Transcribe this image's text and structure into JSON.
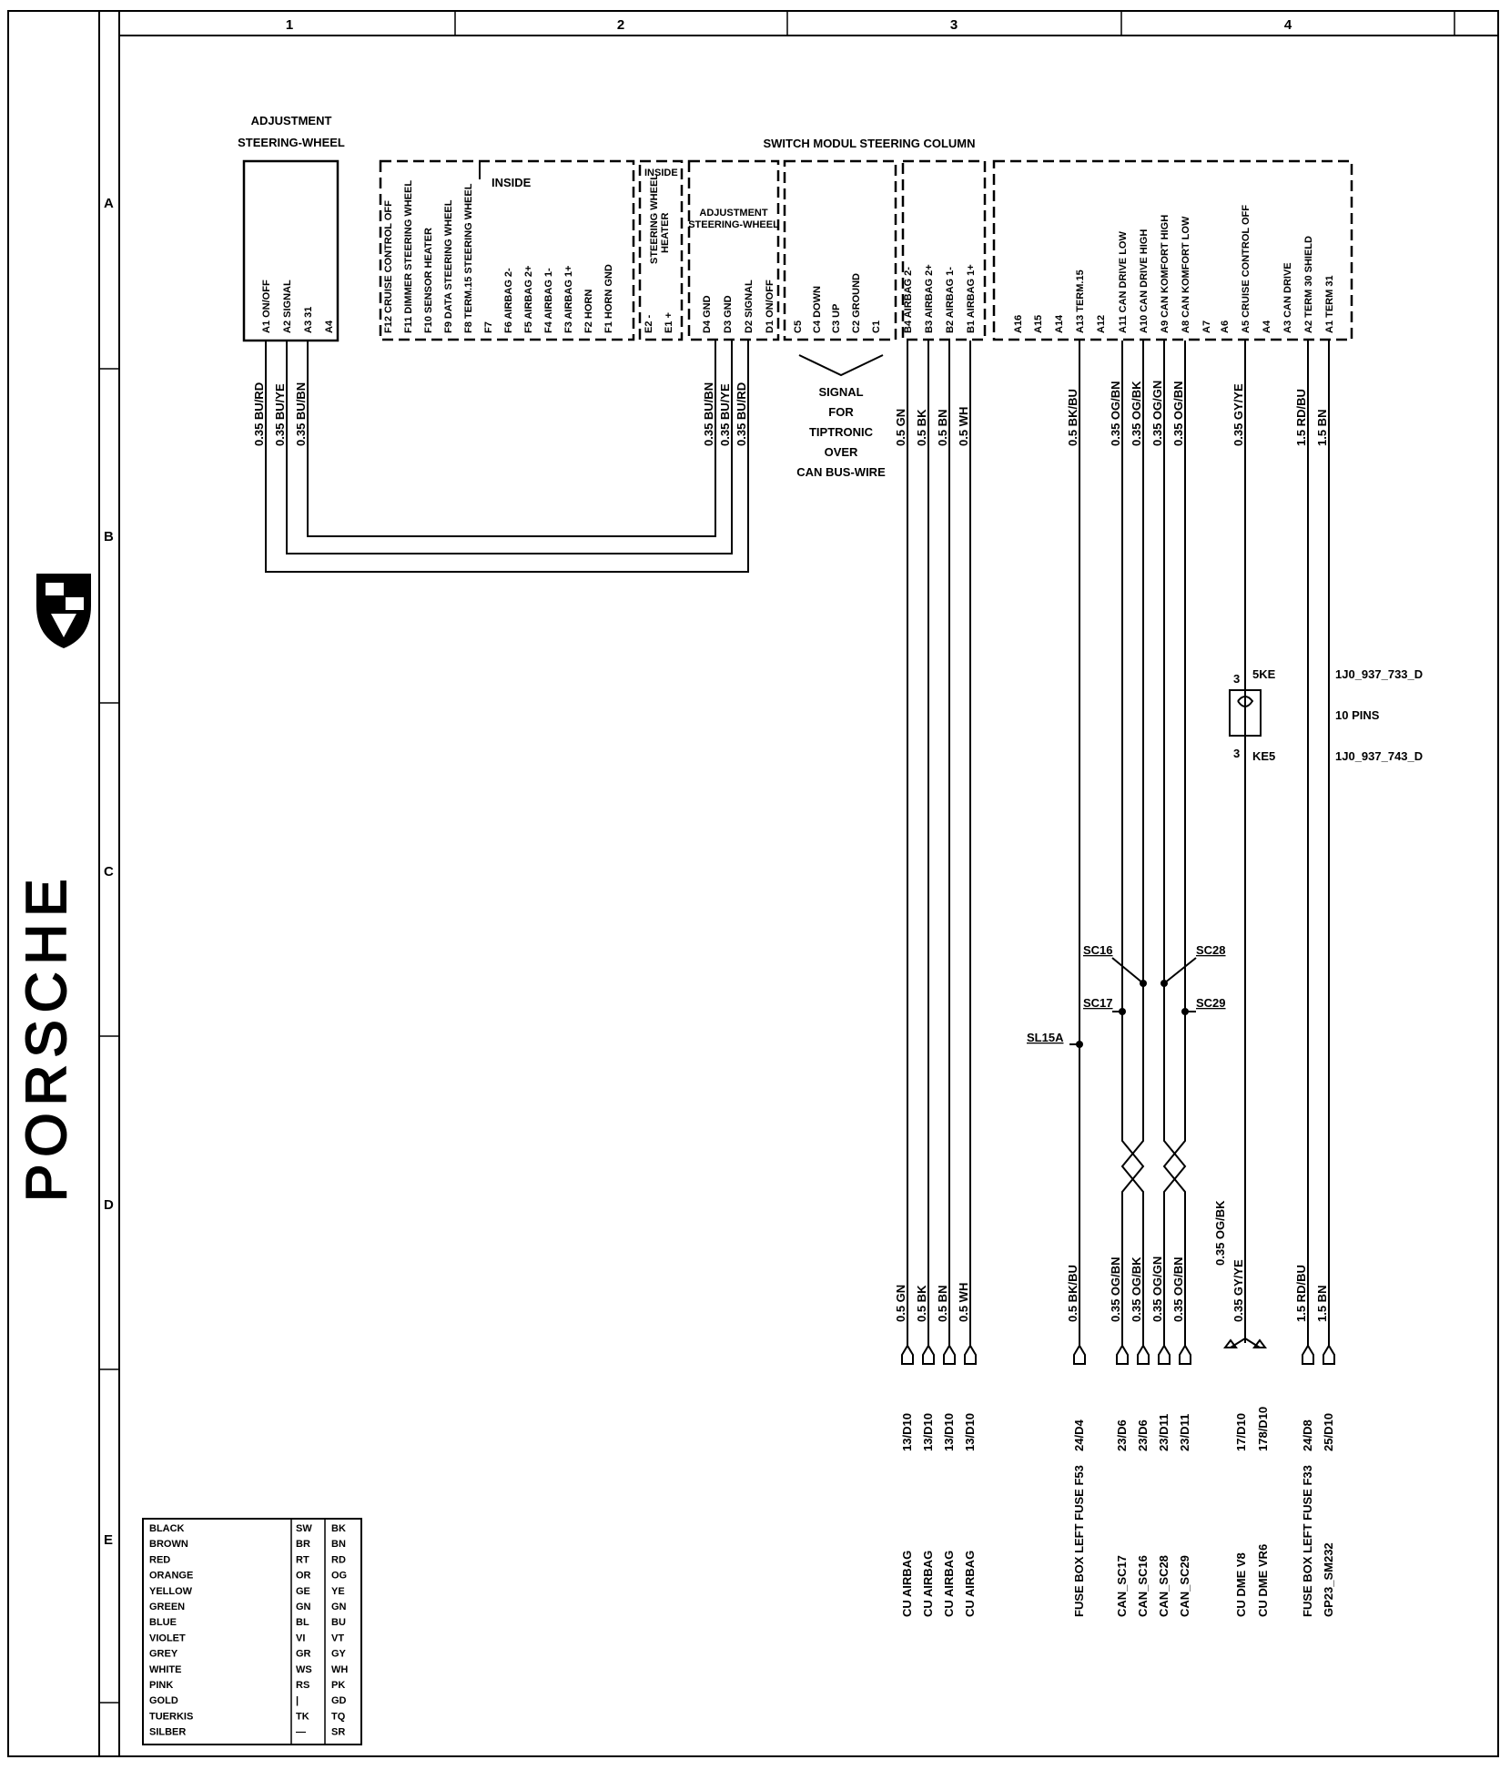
{
  "brand": {
    "logo_text": "PORSCHE"
  },
  "grid": {
    "columns": [
      "1",
      "2",
      "3",
      "4"
    ],
    "rows": [
      "A",
      "B",
      "C",
      "D",
      "E"
    ]
  },
  "components": {
    "adjustment_title_1": "ADJUSTMENT",
    "adjustment_title_2": "STEERING-WHEEL",
    "module_title": "SWITCH MODUL STEERING COLUMN",
    "inside_label": "INSIDE",
    "inside_small": "INSIDE",
    "adj_small_1": "ADJUSTMENT",
    "adj_small_2": "STEERING-WHEEL",
    "heater_label_1": "STEERING WHEEL",
    "heater_label_2": "HEATER",
    "adjustment_pins": [
      "A1 ON/OFF",
      "A2 SIGNAL",
      "A3 31",
      "A4"
    ],
    "f_pins": [
      "F12 CRUISE CONTROL OFF",
      "F11 DIMMER STEERING WHEEL",
      "F10 SENSOR HEATER",
      "F9 DATA STEERING WHEEL",
      "F8 TERM.15 STEERING WHEEL",
      "F7",
      "F6 AIRBAG 2-",
      "F5 AIRBAG 2+",
      "F4 AIRBAG 1-",
      "F3 AIRBAG 1+",
      "F2 HORN",
      "F1 HORN GND"
    ],
    "e_pins": [
      "E2 -",
      "E1 +"
    ],
    "d_pins": [
      "D4 GND",
      "D3 GND",
      "D2 SIGNAL",
      "D1 ON/OFF"
    ],
    "c_pins": [
      "C5",
      "C4 DOWN",
      "C3 UP",
      "C2 GROUND",
      "C1"
    ],
    "b_pins": [
      "B4 AIRBAG 2-",
      "B3 AIRBAG 2+",
      "B2 AIRBAG 1-",
      "B1 AIRBAG 1+"
    ],
    "a_pins": [
      "A16",
      "A15",
      "A14",
      "A13 TERM.15",
      "A12",
      "A11 CAN DRIVE LOW",
      "A10 CAN DRIVE HIGH",
      "A9 CAN KOMFORT HIGH",
      "A8 CAN KOMFORT LOW",
      "A7",
      "A6",
      "A5 CRUISE CONTROL OFF",
      "A4",
      "A3 CAN DRIVE",
      "A2 TERM 30 SHIELD",
      "A1 TERM 31"
    ]
  },
  "wires_upper": [
    "0.35 BU/RD",
    "0.35 BU/YE",
    "0.35 BU/BN",
    "0.35 BU/BN",
    "0.35 BU/YE",
    "0.35 BU/RD",
    "0.5 GN",
    "0.5 BK",
    "0.5 BN",
    "0.5 WH",
    "0.5 BK/BU",
    "0.35 OG/BN",
    "0.35 OG/BK",
    "0.35 OG/GN",
    "0.35 OG/BN",
    "0.35 GY/YE",
    "1.5 RD/BU",
    "1.5 BN"
  ],
  "wires_lower": [
    "0.5 GN",
    "0.5 BK",
    "0.5 BN",
    "0.5 WH",
    "0.5 BK/BU",
    "0.35 OG/BN",
    "0.35 OG/BK",
    "0.35 OG/GN",
    "0.35 OG/BN",
    "0.35 GY/YE",
    "1.5 RD/BU",
    "1.5 BN"
  ],
  "wire_extra_label": "0.35 OG/BK",
  "signal_note": [
    "SIGNAL",
    "FOR",
    "TIPTRONIC",
    "OVER",
    "CAN BUS-WIRE"
  ],
  "splices": [
    "SC16",
    "SC28",
    "SC17",
    "SC29",
    "SL15A"
  ],
  "connector": {
    "pin_top": "3",
    "pin_bottom": "3",
    "top": "5KE",
    "bottom": "KE5",
    "part_1": "1J0_937_733_D",
    "pins": "10 PINS",
    "part_2": "1J0_937_743_D"
  },
  "refs": [
    "13/D10",
    "13/D10",
    "13/D10",
    "13/D10",
    "24/D4",
    "23/D6",
    "23/D6",
    "23/D11",
    "23/D11",
    "17/D10",
    "178/D10",
    "24/D8",
    "25/D10"
  ],
  "destinations": [
    "CU AIRBAG",
    "CU AIRBAG",
    "CU AIRBAG",
    "CU AIRBAG",
    "FUSE BOX LEFT  FUSE F53",
    "CAN_SC17",
    "CAN_SC16",
    "CAN_SC28",
    "CAN_SC29",
    "CU DME  V8",
    "CU DME  VR6",
    "FUSE BOX  LEFT FUSE F33",
    "GP23_SM232"
  ],
  "legend": [
    [
      "BLACK",
      "SW",
      "BK"
    ],
    [
      "BROWN",
      "BR",
      "BN"
    ],
    [
      "RED",
      "RT",
      "RD"
    ],
    [
      "ORANGE",
      "OR",
      "OG"
    ],
    [
      "YELLOW",
      "GE",
      "YE"
    ],
    [
      "GREEN",
      "GN",
      "GN"
    ],
    [
      "BLUE",
      "BL",
      "BU"
    ],
    [
      "VIOLET",
      "VI",
      "VT"
    ],
    [
      "GREY",
      "GR",
      "GY"
    ],
    [
      "WHITE",
      "WS",
      "WH"
    ],
    [
      "PINK",
      "RS",
      "PK"
    ],
    [
      "GOLD",
      "|",
      "GD"
    ],
    [
      "TUERKIS",
      "TK",
      "TQ"
    ],
    [
      "SILBER",
      "—",
      "SR"
    ]
  ]
}
